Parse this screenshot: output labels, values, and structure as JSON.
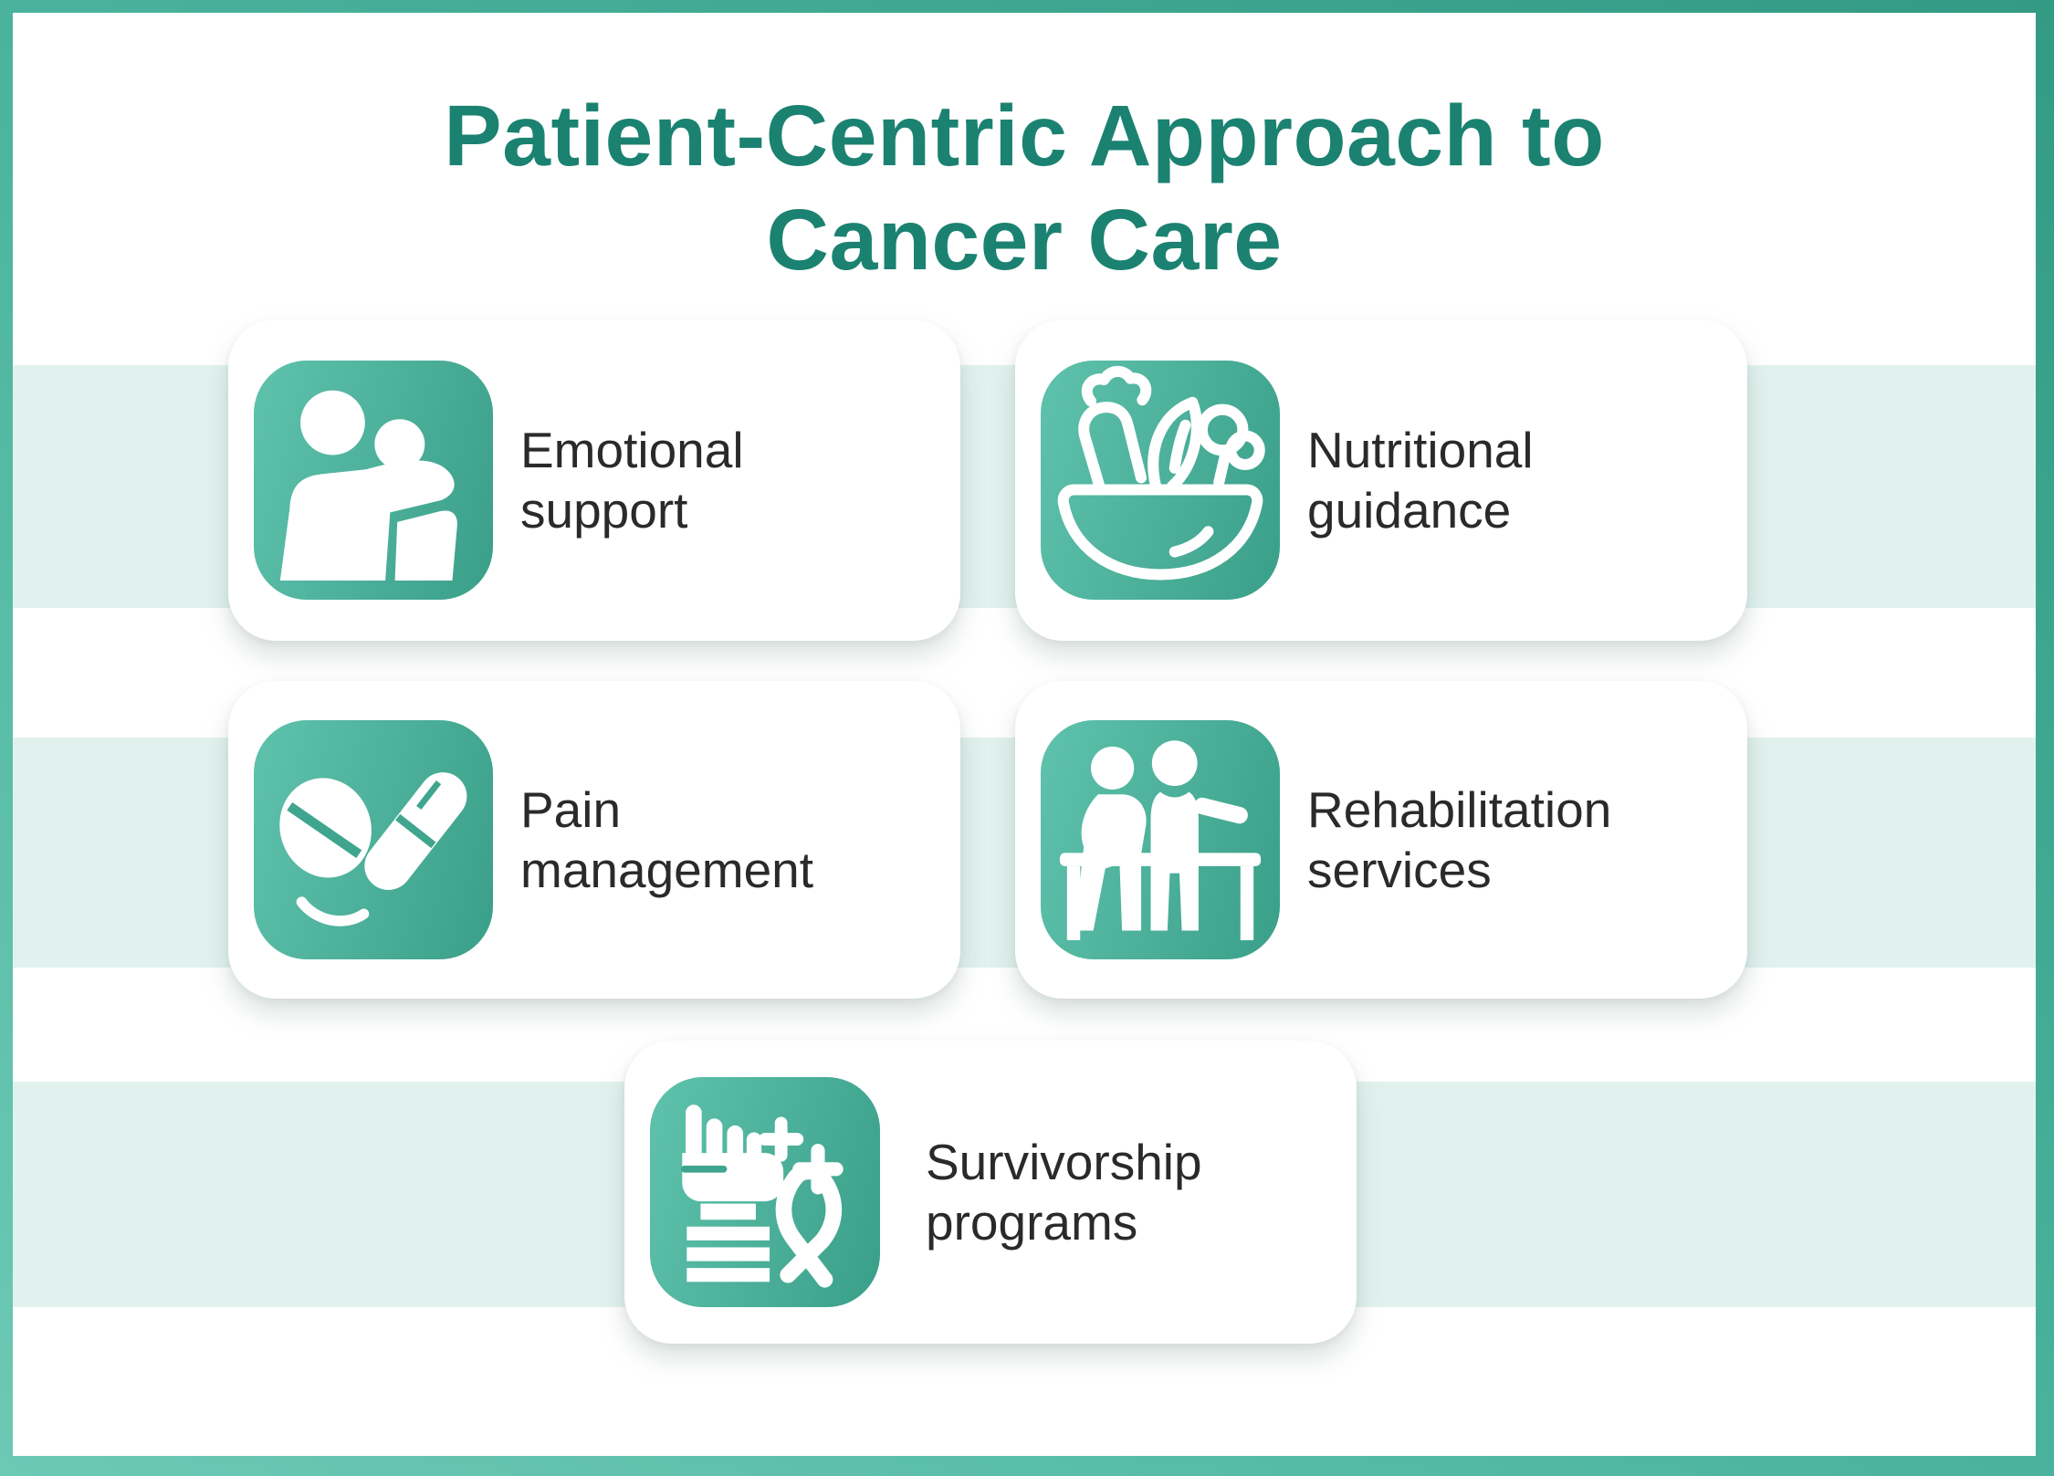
{
  "title": {
    "line1": "Patient-Centric Approach to",
    "line2": "Cancer Care"
  },
  "cards": [
    {
      "icon": "emotional-support-icon",
      "lines": [
        "Emotional",
        "support"
      ]
    },
    {
      "icon": "nutritional-guidance-icon",
      "lines": [
        "Nutritional",
        "guidance"
      ]
    },
    {
      "icon": "pain-management-icon",
      "lines": [
        "Pain",
        "management"
      ]
    },
    {
      "icon": "rehabilitation-services-icon",
      "lines": [
        "Rehabilitation",
        "services"
      ]
    },
    {
      "icon": "survivorship-programs-icon",
      "lines": [
        "Survivorship",
        "programs"
      ]
    }
  ],
  "colors": {
    "frame_gradient_light": "#6CC9B4",
    "frame_gradient_dark": "#339A84",
    "panel_background": "#FFFFFF",
    "stripe_background": "#E1F2EE",
    "title_text": "#1B8271",
    "card_label_text": "#2B2A28",
    "tile_gradient_light": "#5FC2AC",
    "tile_gradient_dark": "#3A9F89",
    "icon_glyph": "#FFFFFF"
  }
}
